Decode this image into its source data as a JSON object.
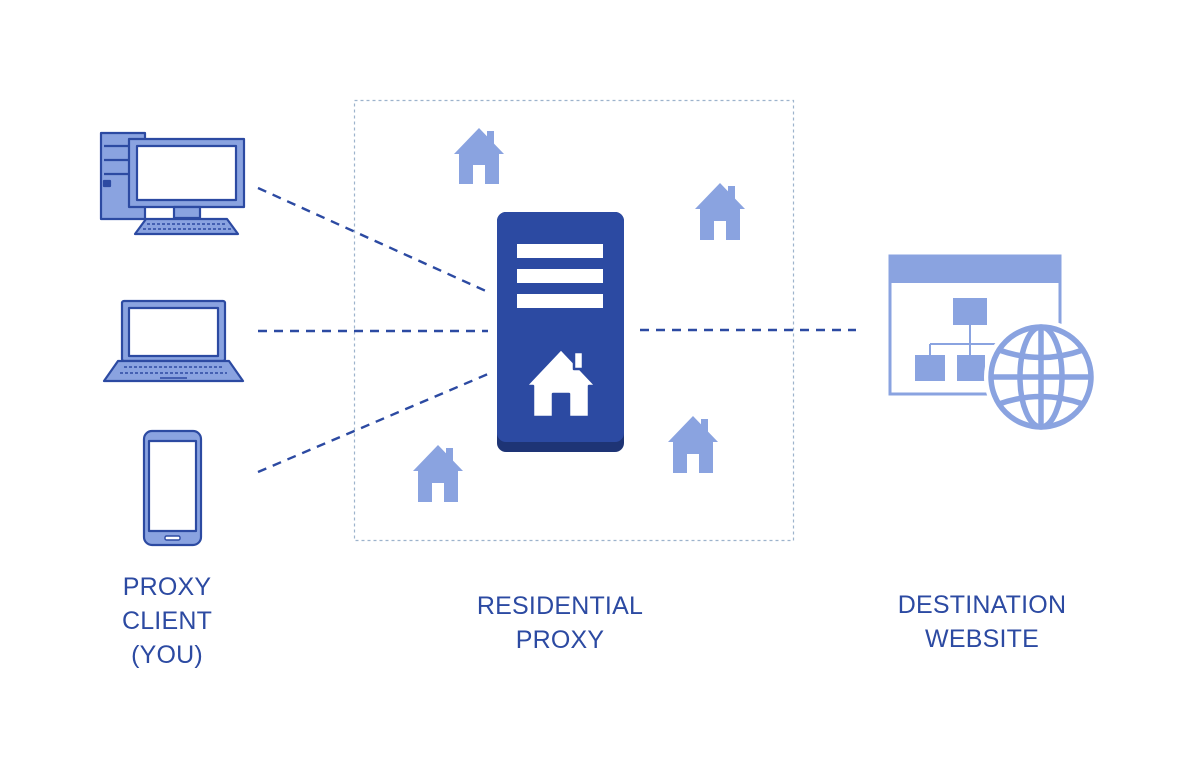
{
  "colors": {
    "dark": "#2c4aa2",
    "light": "#8aa3e0",
    "pale": "#e8eefb",
    "box_border": "#9db3cc"
  },
  "labels": {
    "client": [
      "PROXY",
      "CLIENT",
      "(YOU)"
    ],
    "proxy": [
      "RESIDENTIAL",
      "PROXY"
    ],
    "destination": [
      "DESTINATION",
      "WEBSITE"
    ]
  },
  "icons": {
    "devices": [
      "desktop-computer-icon",
      "laptop-icon",
      "smartphone-icon"
    ],
    "proxy_server": "proxy-server-icon",
    "residential_houses": [
      "house-icon",
      "house-icon",
      "house-icon",
      "house-icon"
    ],
    "destination": "website-sitemap-globe-icon"
  }
}
